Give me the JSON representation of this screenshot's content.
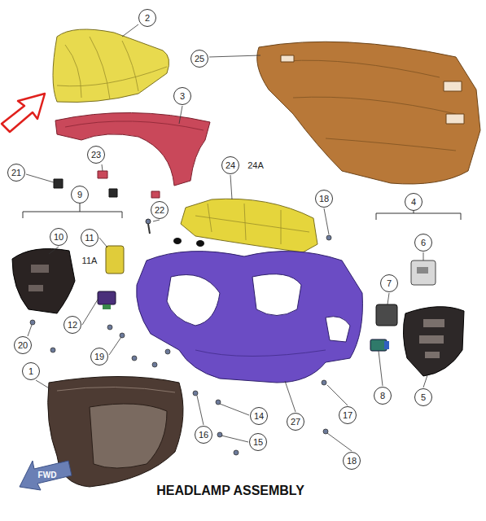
{
  "diagram": {
    "title": "HEADLAMP ASSEMBLY",
    "labels": [
      "2",
      "25",
      "3",
      "23",
      "21",
      "9",
      "24",
      "24A",
      "18",
      "4",
      "10",
      "11",
      "11A",
      "22",
      "6",
      "7",
      "12",
      "20",
      "19",
      "1",
      "8",
      "5",
      "16",
      "14",
      "27",
      "17",
      "15",
      "18",
      "FWD"
    ]
  }
}
